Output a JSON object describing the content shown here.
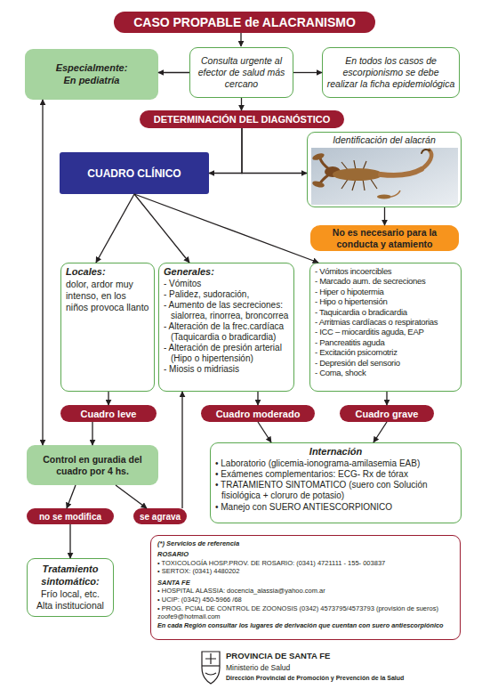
{
  "diagram": {
    "title": "CASO PROPABLE de ALACRANISMO",
    "nodes": [
      {
        "text": [
          "Especialmente:",
          "En pediatría"
        ]
      },
      {
        "text": [
          "Consulta urgente al efector de salud más cercano"
        ]
      },
      {
        "text": [
          "En todos los casos de escorpionismo se debe realizar la ficha epidemiológica"
        ]
      },
      {
        "text": [
          "DETERMINACIÓN DEL DIAGNÓSTICO"
        ]
      },
      {
        "text": [
          "CUADRO CLÍNICO"
        ]
      },
      {
        "text": [
          "Identificación del alacrán"
        ]
      },
      {
        "text": [
          "No es necesario para la conducta y atamiento"
        ]
      },
      {
        "text": [
          "Locales:",
          "dolor, ardor muy intenso, en los niños provoca llanto"
        ]
      },
      {
        "text": [
          "Generales:",
          "- Vómitos",
          "- Palidez, sudoración,",
          "- Aumento de las secreciones: sialorrea, rinorrea, broncorrea",
          "- Alteración de la frec.cardíaca (Taquicardia o bradicardia)",
          "- Alteración de presión arterial (Hipo o hipertensión)",
          "- Miosis o midriasis"
        ]
      },
      {
        "text": [
          "- Vómitos incoercibles",
          "- Marcado aum. de secreciones",
          "- Hiper o hipotermia",
          "- Hipo o hipertensión",
          "- Taquicardia o bradicardia",
          "- Arritmias cardíacas o respiratorias",
          "- ICC – miocarditis aguda, EAP",
          "- Pancreatitis aguda",
          "- Excitación psicomotriz",
          "- Depresión del sensorio",
          "- Coma, shock"
        ]
      },
      {
        "text": [
          "Cuadro leve"
        ]
      },
      {
        "text": [
          "Cuadro moderado"
        ]
      },
      {
        "text": [
          "Cuadro grave"
        ]
      },
      {
        "text": [
          "Control en guradia del cuadro por 4 hs."
        ]
      },
      {
        "text": [
          "Internación",
          "• Laboratorio (glicemia-ionograma-amilasemia EAB)",
          "• Exámenes complementarios: ECG- Rx de tórax",
          "• TRATAMIENTO SINTOMATICO (suero con Solución fisiológica + cloruro de potasio)",
          "• Manejo con SUERO ANTIESCORPIONICO"
        ]
      },
      {
        "text": [
          "no se modifica"
        ]
      },
      {
        "text": [
          "se agrava"
        ]
      },
      {
        "text": [
          "Tratamiento sintomático:",
          "Frío local, etc.",
          "Alta institucional"
        ]
      },
      {
        "text": [
          "(*) Servicios de referencia",
          "ROSARIO",
          "• TOXICOLOGÍA HOSP.PROV. DE ROSARIO: (0341) 4721111 - 155- 003837",
          "• SERTOX: (0341) 4480202",
          "SANTA FE",
          "• HOSPITAL ALASSIA: docencia_alassia@yahoo.com.ar",
          "• UCIP: (0342) 450-5966 /68",
          "• PROG. PCIAL DE CONTROL DE ZOONOSIS (0342) 4573795/4573793 (provisión de sueros) zoofe9@hotmail.com",
          "En cada Región consultar los lugares de derivación que cuentan con suero antiescorpiónico"
        ]
      }
    ],
    "edges": [
      {
        "from": 1,
        "to": 0,
        "arrow": "to"
      },
      {
        "from": 1,
        "to": 2,
        "arrow": "to"
      },
      {
        "from": 1,
        "to": 3,
        "arrow": "to"
      },
      {
        "from": 3,
        "to": 4,
        "arrow": "to"
      },
      {
        "from": 3,
        "to": 5,
        "arrow": "to"
      },
      {
        "from": 5,
        "to": 6,
        "arrow": "to"
      },
      {
        "from": 4,
        "to": 7,
        "arrow": "to"
      },
      {
        "from": 4,
        "to": 8,
        "arrow": "to"
      },
      {
        "from": 4,
        "to": 9,
        "arrow": "to"
      },
      {
        "from": 7,
        "to": 10,
        "arrow": "to"
      },
      {
        "from": 8,
        "to": 11,
        "arrow": "to"
      },
      {
        "from": 9,
        "to": 12,
        "arrow": "to"
      },
      {
        "from": 10,
        "to": 13,
        "arrow": "to"
      },
      {
        "from": 11,
        "to": 14,
        "arrow": "to"
      },
      {
        "from": 12,
        "to": 14,
        "arrow": "to"
      },
      {
        "from": 13,
        "to": 15,
        "arrow": "to"
      },
      {
        "from": 13,
        "to": 16,
        "arrow": "to"
      },
      {
        "from": 16,
        "to": 8,
        "arrow": "to"
      },
      {
        "from": 15,
        "to": 17,
        "arrow": "to"
      },
      {
        "from": 0,
        "to": 13,
        "arrow": "both"
      }
    ],
    "labels": [
      "PROVINCIA DE SANTA FE",
      "Ministerio de Salud",
      "Dirección Provincial de Promoción y Prevención de la Salud"
    ]
  }
}
